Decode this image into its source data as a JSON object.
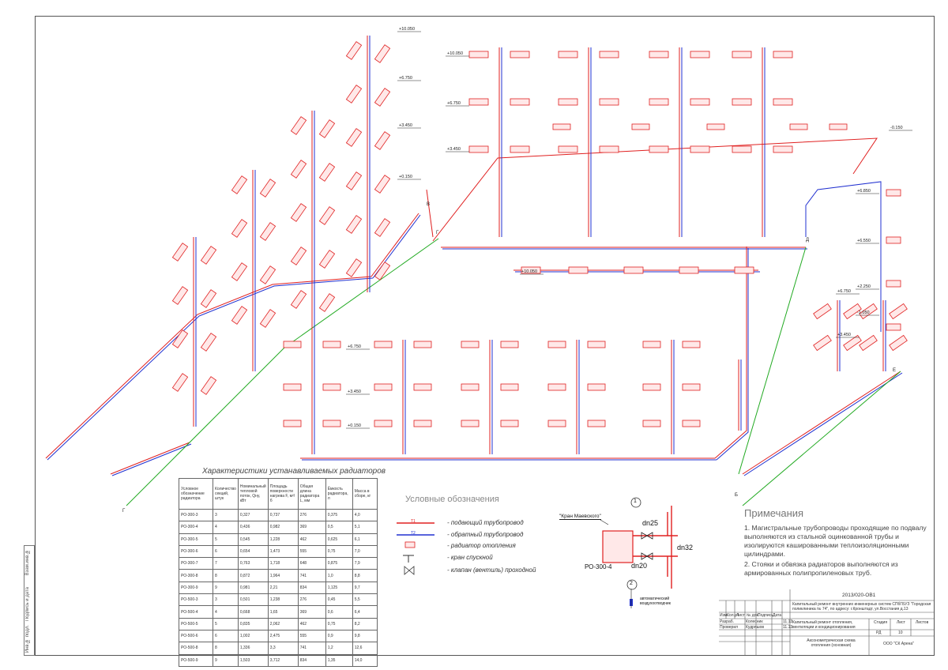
{
  "table": {
    "title": "Характеристики устанавливаемых радиаторов",
    "headers": [
      "Условное обозначение радиатора",
      "Количество секций, штук",
      "Номинальный тепловой поток, Qну, кВт",
      "Площадь поверхности нагрева F, м²/б",
      "Общая длина радиатора L, мм",
      "Ёмкость радиатора, л",
      "Масса в сборе, кг"
    ],
    "rows": [
      [
        "РО-300-3",
        "3",
        "0,327",
        "0,737",
        "276",
        "0,375",
        "4,0"
      ],
      [
        "РО-300-4",
        "4",
        "0,436",
        "0,982",
        "369",
        "0,5",
        "5,1"
      ],
      [
        "РО-300-5",
        "5",
        "0,545",
        "1,228",
        "462",
        "0,625",
        "6,1"
      ],
      [
        "РО-300-6",
        "6",
        "0,654",
        "1,473",
        "555",
        "0,75",
        "7,0"
      ],
      [
        "РО-300-7",
        "7",
        "0,763",
        "1,718",
        "648",
        "0,875",
        "7,9"
      ],
      [
        "РО-300-8",
        "8",
        "0,872",
        "1,964",
        "741",
        "1,0",
        "8,8"
      ],
      [
        "РО-300-9",
        "9",
        "0,981",
        "2,21",
        "834",
        "1,125",
        "9,7"
      ],
      [
        "РО-500-3",
        "3",
        "0,501",
        "1,238",
        "276",
        "0,45",
        "5,5"
      ],
      [
        "РО-500-4",
        "4",
        "0,668",
        "1,65",
        "369",
        "0,6",
        "6,4"
      ],
      [
        "РО-500-5",
        "5",
        "0,835",
        "2,062",
        "462",
        "0,75",
        "8,2"
      ],
      [
        "РО-500-6",
        "6",
        "1,002",
        "2,475",
        "555",
        "0,9",
        "9,8"
      ],
      [
        "РО-500-8",
        "8",
        "1,336",
        "3,3",
        "741",
        "1,2",
        "12,6"
      ],
      [
        "РО-500-9",
        "9",
        "1,503",
        "3,712",
        "834",
        "1,35",
        "14,0"
      ]
    ]
  },
  "legend": {
    "title": "Условные обозначения",
    "items": [
      "- подающий трубопровод",
      "- обратный трубопровод",
      "- радиатор отопления",
      "- кран спускной",
      "- клапан (вентиль) проходной"
    ],
    "supply_tag": "Т1",
    "return_tag": "Т2"
  },
  "detail": {
    "marker1": "1",
    "marker2": "2",
    "mayevsky": "\"Кран Маевского\"",
    "dn25": "dn25",
    "dn20": "dn20",
    "dn32": "dn32",
    "radiator": "РО-300-4",
    "airvent": "автоматический воздухоотводчик"
  },
  "notes": {
    "title": "Примечания",
    "items": [
      "1. Магистральные трубопроводы проходящие по подвалу выполняются из стальной оцинкованной трубы и изолируются кашированными теплоизоляционными цилиндрами.",
      "2. Стояки и обвязка радиаторов выполняются из армированных полипропиленовых труб."
    ]
  },
  "titleblock": {
    "code": "2013/020-ОВ1",
    "project": "Капитальный ремонт внутренних инженерных систем СПбГБУЗ \"Городская поликлиника № 74\", по адресу: г.Кронштадт, ул.Восстания д.13",
    "columns": [
      "Изм.",
      "Кол.уч.",
      "Лист",
      "№ док.",
      "Подпись",
      "Дата"
    ],
    "developer_role": "Разраб.",
    "developer": "Колесник",
    "checker_role": "Проверил",
    "checker": "Кудряшов",
    "date1": "11.13",
    "date2": "11.13",
    "section": "Капитальный ремонт отопления, вентиляции и кондиционирования",
    "stage_head": "Стадия",
    "sheet_head": "Лист",
    "sheets_head": "Листов",
    "stage": "РД",
    "sheet": "10",
    "sheet_title": "Аксонометрическая схема отопления (основная)",
    "company": "ООО \"СК Арена\""
  },
  "strip": [
    "Инв.№ подл.",
    "Подпись и дата",
    "Взам.инв.№"
  ],
  "elevations": [
    "+10.050",
    "+6.750",
    "+3.450",
    "+0.150",
    "+10.050",
    "+6.750",
    "+3.450",
    "-0.150",
    "+6.850",
    "+6.550",
    "+2.250",
    "-1.050",
    "+10.050",
    "+6.750",
    "+3.450",
    "+0.150",
    "+6.750",
    "+3.450"
  ],
  "letters": [
    "В",
    "Г",
    "Б",
    "Д",
    "Е",
    "Г"
  ],
  "colors": {
    "supply": "#e02020",
    "return": "#2030d0",
    "radiator_fill": "#ffe8e8",
    "accent": "#22aa22"
  }
}
